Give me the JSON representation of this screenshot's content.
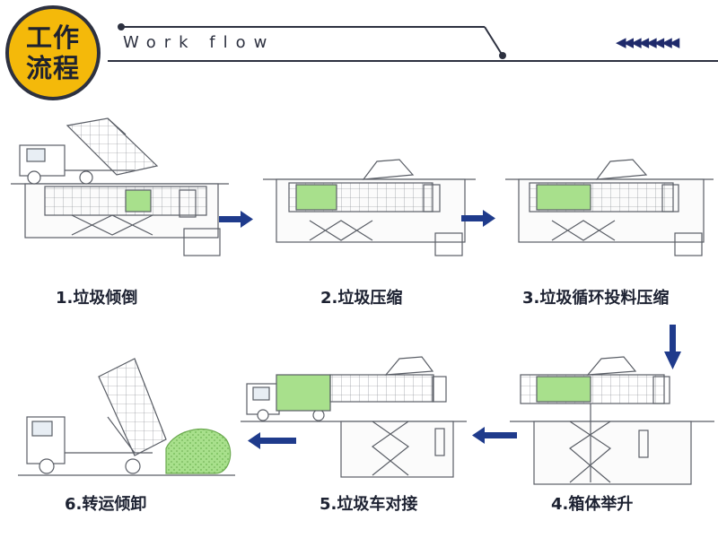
{
  "header": {
    "badge_line1": "工作",
    "badge_line2": "流程",
    "workflow": "Work flow",
    "deco_arrows": "◀◀◀◀◀◀◀◀"
  },
  "steps": [
    {
      "label": "1.垃圾倾倒"
    },
    {
      "label": "2.垃圾压缩"
    },
    {
      "label": "3.垃圾循环投料压缩"
    },
    {
      "label": "4.箱体举升"
    },
    {
      "label": "5.垃圾车对接"
    },
    {
      "label": "6.转运倾卸"
    }
  ],
  "colors": {
    "line": "#5a5e66",
    "green": "#a8e08c",
    "arrow": "#1f3b8c",
    "badge": "#f4b90a",
    "dark": "#2d3140"
  }
}
